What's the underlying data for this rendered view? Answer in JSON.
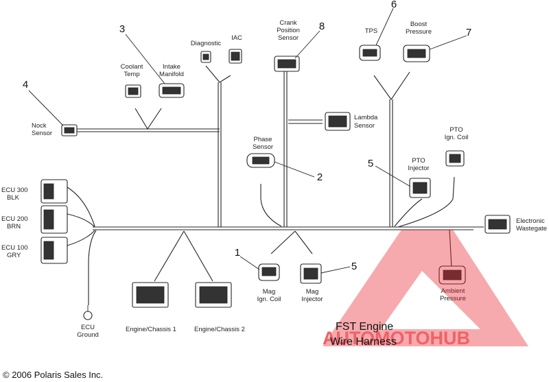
{
  "title_line1": "FST Engine",
  "title_line2": "Wire Harness",
  "copyright": "© 2006 Polaris Sales Inc.",
  "watermark": "AUTOMOTOHUB",
  "watermark_color": "#e8202a",
  "labels": {
    "knock_sensor": [
      "Nock",
      "Sensor"
    ],
    "coolant_temp": [
      "Coolant",
      "Temp"
    ],
    "intake_manifold": [
      "Intake",
      "Manifold"
    ],
    "diagnostic": "Diagnostic",
    "iac": "IAC",
    "crank_position": [
      "Crank",
      "Position",
      "Sensor"
    ],
    "tps": "TPS",
    "boost_pressure": [
      "Boost",
      "Pressure"
    ],
    "lambda_sensor": [
      "Lambda",
      "Sensor"
    ],
    "phase_sensor": [
      "Phase",
      "Sensor"
    ],
    "pto_ign_coil": [
      "PTO",
      "Ign. Coil"
    ],
    "pto_injector": [
      "PTO",
      "Injector"
    ],
    "electronic_wastegate": [
      "Electronic",
      "Wastegate"
    ],
    "ecu_300": [
      "ECU 300",
      "BLK"
    ],
    "ecu_200": [
      "ECU 200",
      "BRN"
    ],
    "ecu_100": [
      "ECU 100",
      "GRY"
    ],
    "mag_ign_coil": [
      "Mag",
      "Ign. Coil"
    ],
    "mag_injector": [
      "Mag",
      "Injector"
    ],
    "ambient_pressure": [
      "Ambient",
      "Pressure"
    ],
    "ecu_ground": [
      "ECU",
      "Ground"
    ],
    "engine_chassis_1": "Engine/Chassis 1",
    "engine_chassis_2": "Engine/Chassis 2"
  },
  "callouts": {
    "n1": "1",
    "n2": "2",
    "n3": "3",
    "n4": "4",
    "n5a": "5",
    "n5b": "5",
    "n6": "6",
    "n7": "7",
    "n8": "8"
  }
}
